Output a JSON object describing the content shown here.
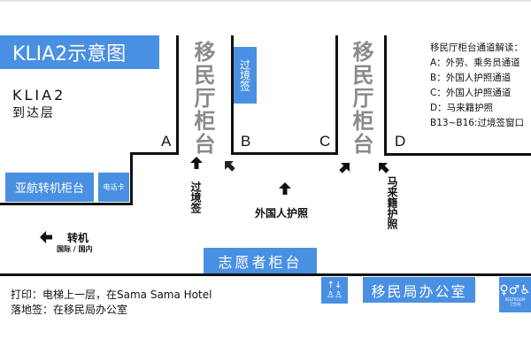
{
  "title": "KLIA2示意图",
  "floor": {
    "line1": "KLIA2",
    "line2": "到达层"
  },
  "immigration_counter_label": "移民厅柜台",
  "transit_visa_box": "过境签",
  "lanes": {
    "a": "A",
    "b": "B",
    "c": "C",
    "d": "D"
  },
  "legend": {
    "heading": "移民厅柜台通道解读：",
    "items": [
      "A：外劳、乘务员通道",
      "B：外国人护照通道",
      "C：外国人护照通道",
      "D：马来籍护照",
      "B13~B16:过境签窗口"
    ]
  },
  "counters": {
    "airasia": "亚航转机柜台",
    "phone_card": "电话卡",
    "volunteer": "志愿者柜台",
    "immigration_office": "移民局办公室"
  },
  "arrows": {
    "transit_visa": "过境签",
    "foreign_passport": "外国人护照",
    "malaysian_passport": "马来籍护照",
    "transfer": "转机",
    "transfer_sub": "国际 / 国内"
  },
  "notes": [
    "打印：电梯上一层，在Sama Sama Hotel",
    "落地签：在移民局办公室"
  ],
  "restroom": {
    "en": "RESTROOM",
    "zh": "卫生间"
  },
  "colors": {
    "accent": "#4a90e2",
    "wall": "#111111",
    "counter_text": "#8a8a8a"
  }
}
